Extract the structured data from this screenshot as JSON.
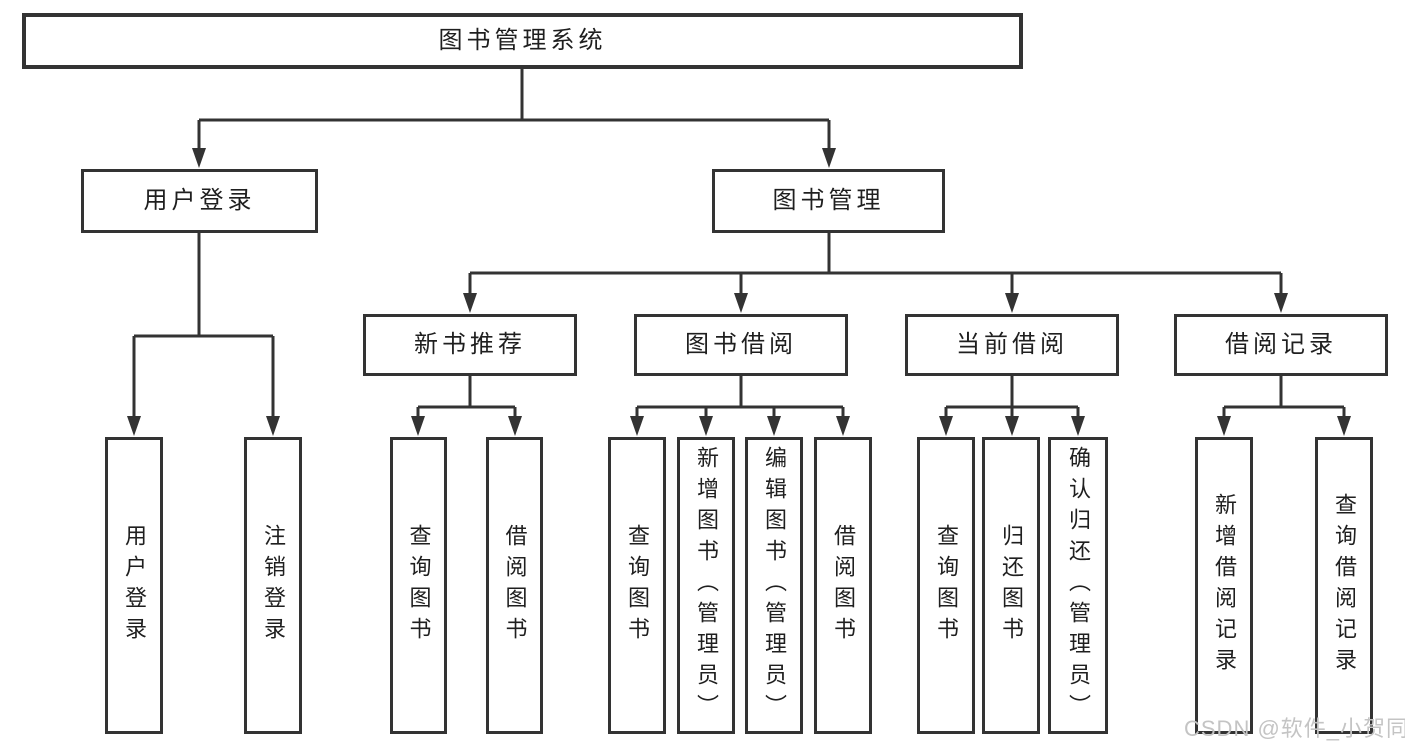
{
  "diagram": {
    "root": {
      "label": "图书管理系统"
    },
    "branches": [
      {
        "label": "用户登录",
        "children": [
          "用户登录",
          "注销登录"
        ]
      },
      {
        "label": "图书管理",
        "children": [
          {
            "label": "新书推荐",
            "children": [
              "查询图书",
              "借阅图书"
            ]
          },
          {
            "label": "图书借阅",
            "children": [
              "查询图书",
              "新增图书（管理员）",
              "编辑图书（管理员）",
              "借阅图书"
            ]
          },
          {
            "label": "当前借阅",
            "children": [
              "查询图书",
              "归还图书",
              "确认归还（管理员）"
            ]
          },
          {
            "label": "借阅记录",
            "children": [
              "新增借阅记录",
              "查询借阅记录"
            ]
          }
        ]
      }
    ]
  },
  "watermark": {
    "text": "CSDN @软件_小贺同学"
  },
  "colors": {
    "line": "#333333",
    "box_border": "#333333",
    "box_fill": "#ffffff",
    "text": "#1f1f1f",
    "background": "#ffffff",
    "watermark": "#c4c4c4"
  }
}
